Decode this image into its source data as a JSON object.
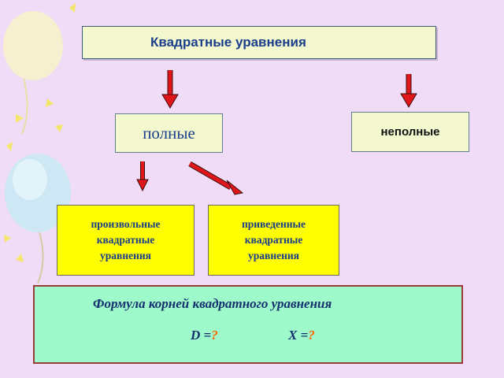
{
  "title": "Квадратные уравнения",
  "branches": {
    "full": "полные",
    "incomplete": "неполные"
  },
  "sub_branches": {
    "arbitrary": [
      "произвольные",
      "квадратные",
      "уравнения"
    ],
    "reduced": [
      "приведенные",
      "квадратные",
      "уравнения"
    ]
  },
  "formula": {
    "title": "Формула корней квадратного уравнения",
    "d_label": "D =",
    "d_value": "?",
    "x_label": "X =",
    "x_value": "?"
  },
  "colors": {
    "arrow": "#e0161a",
    "title_text": "#1a3e8c",
    "yellow_box": "#fffe00",
    "formula_box": "#9efacb",
    "background": "#f1dcf7"
  }
}
